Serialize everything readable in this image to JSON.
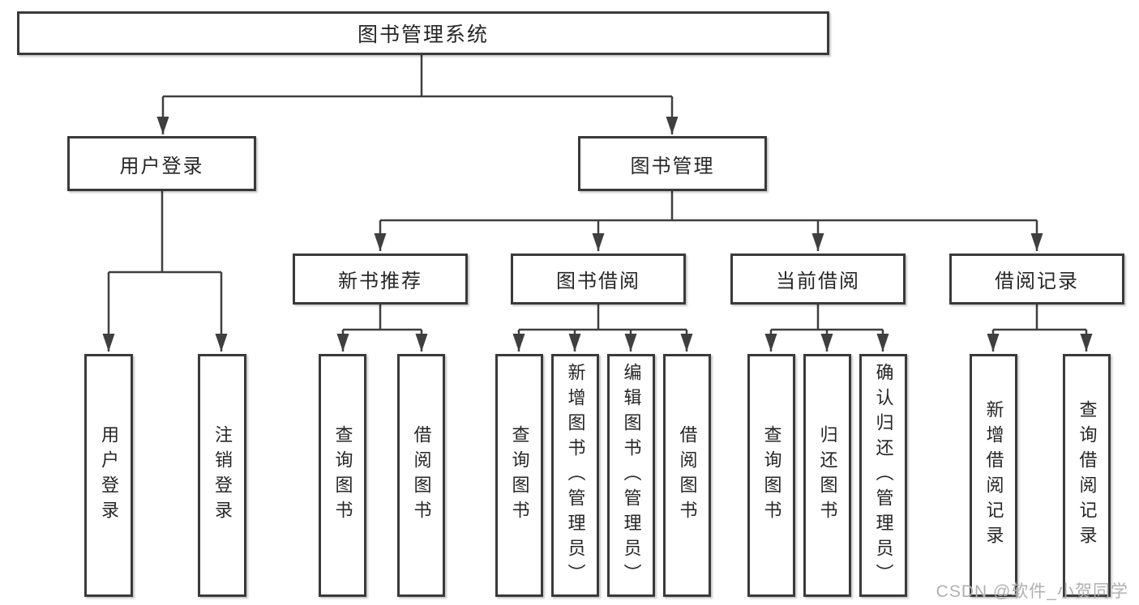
{
  "diagram": {
    "root": {
      "label": "图书管理系统"
    },
    "user_login": {
      "label": "用户登录",
      "children": [
        {
          "label": "用户登录"
        },
        {
          "label": "注销登录"
        }
      ]
    },
    "book_management": {
      "label": "图书管理",
      "sections": [
        {
          "label": "新书推荐",
          "children": [
            {
              "label": "查询图书"
            },
            {
              "label": "借阅图书"
            }
          ]
        },
        {
          "label": "图书借阅",
          "children": [
            {
              "label": "查询图书"
            },
            {
              "label": "新增图书（管理员）"
            },
            {
              "label": "编辑图书（管理员）"
            },
            {
              "label": "借阅图书"
            }
          ]
        },
        {
          "label": "当前借阅",
          "children": [
            {
              "label": "查询图书"
            },
            {
              "label": "归还图书"
            },
            {
              "label": "确认归还（管理员）"
            }
          ]
        },
        {
          "label": "借阅记录",
          "children": [
            {
              "label": "新增借阅记录"
            },
            {
              "label": "查询借阅记录"
            }
          ]
        }
      ]
    }
  },
  "watermark": {
    "text": "CSDN @软件_小贺同学"
  },
  "colors": {
    "line": "#3f3f3f",
    "border": "#3a3a3a",
    "text": "#262626",
    "background": "#ffffff",
    "watermark": "#b0b0b0"
  }
}
